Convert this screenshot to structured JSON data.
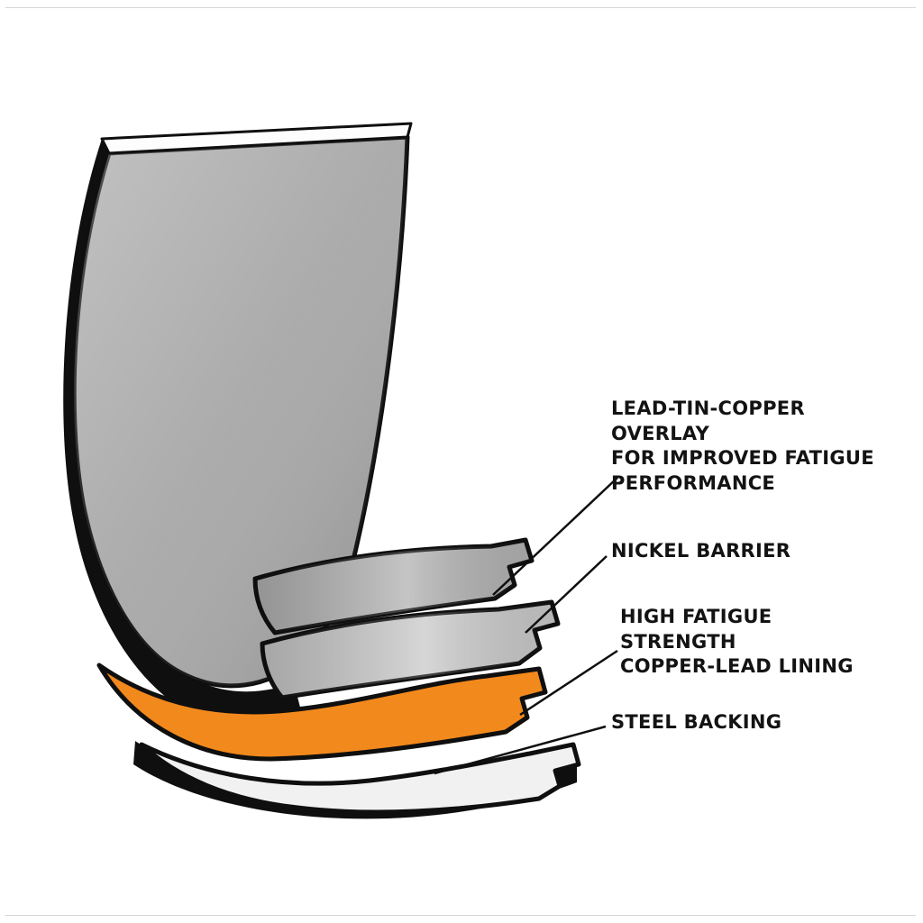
{
  "diagram": {
    "labels": {
      "overlay": {
        "text": "LEAD-TIN-COPPER OVERLAY\nFOR IMPROVED FATIGUE\nPERFORMANCE"
      },
      "nickel": {
        "text": "NICKEL BARRIER"
      },
      "copper_lead": {
        "text": "HIGH FATIGUE STRENGTH\nCOPPER-LEAD LINING"
      },
      "steel": {
        "text": "STEEL BACKING"
      }
    },
    "colors": {
      "shell_gray": "#a7a7a7",
      "overlay_gray": "#b4b4b4",
      "nickel_gray": "#cbcbcb",
      "copper_lead_orange": "#f2891c",
      "steel_white": "#f1f1f1",
      "outline_black": "#0f0f0f",
      "rim_white": "#fdfdfd",
      "background": "#ffffff"
    }
  }
}
